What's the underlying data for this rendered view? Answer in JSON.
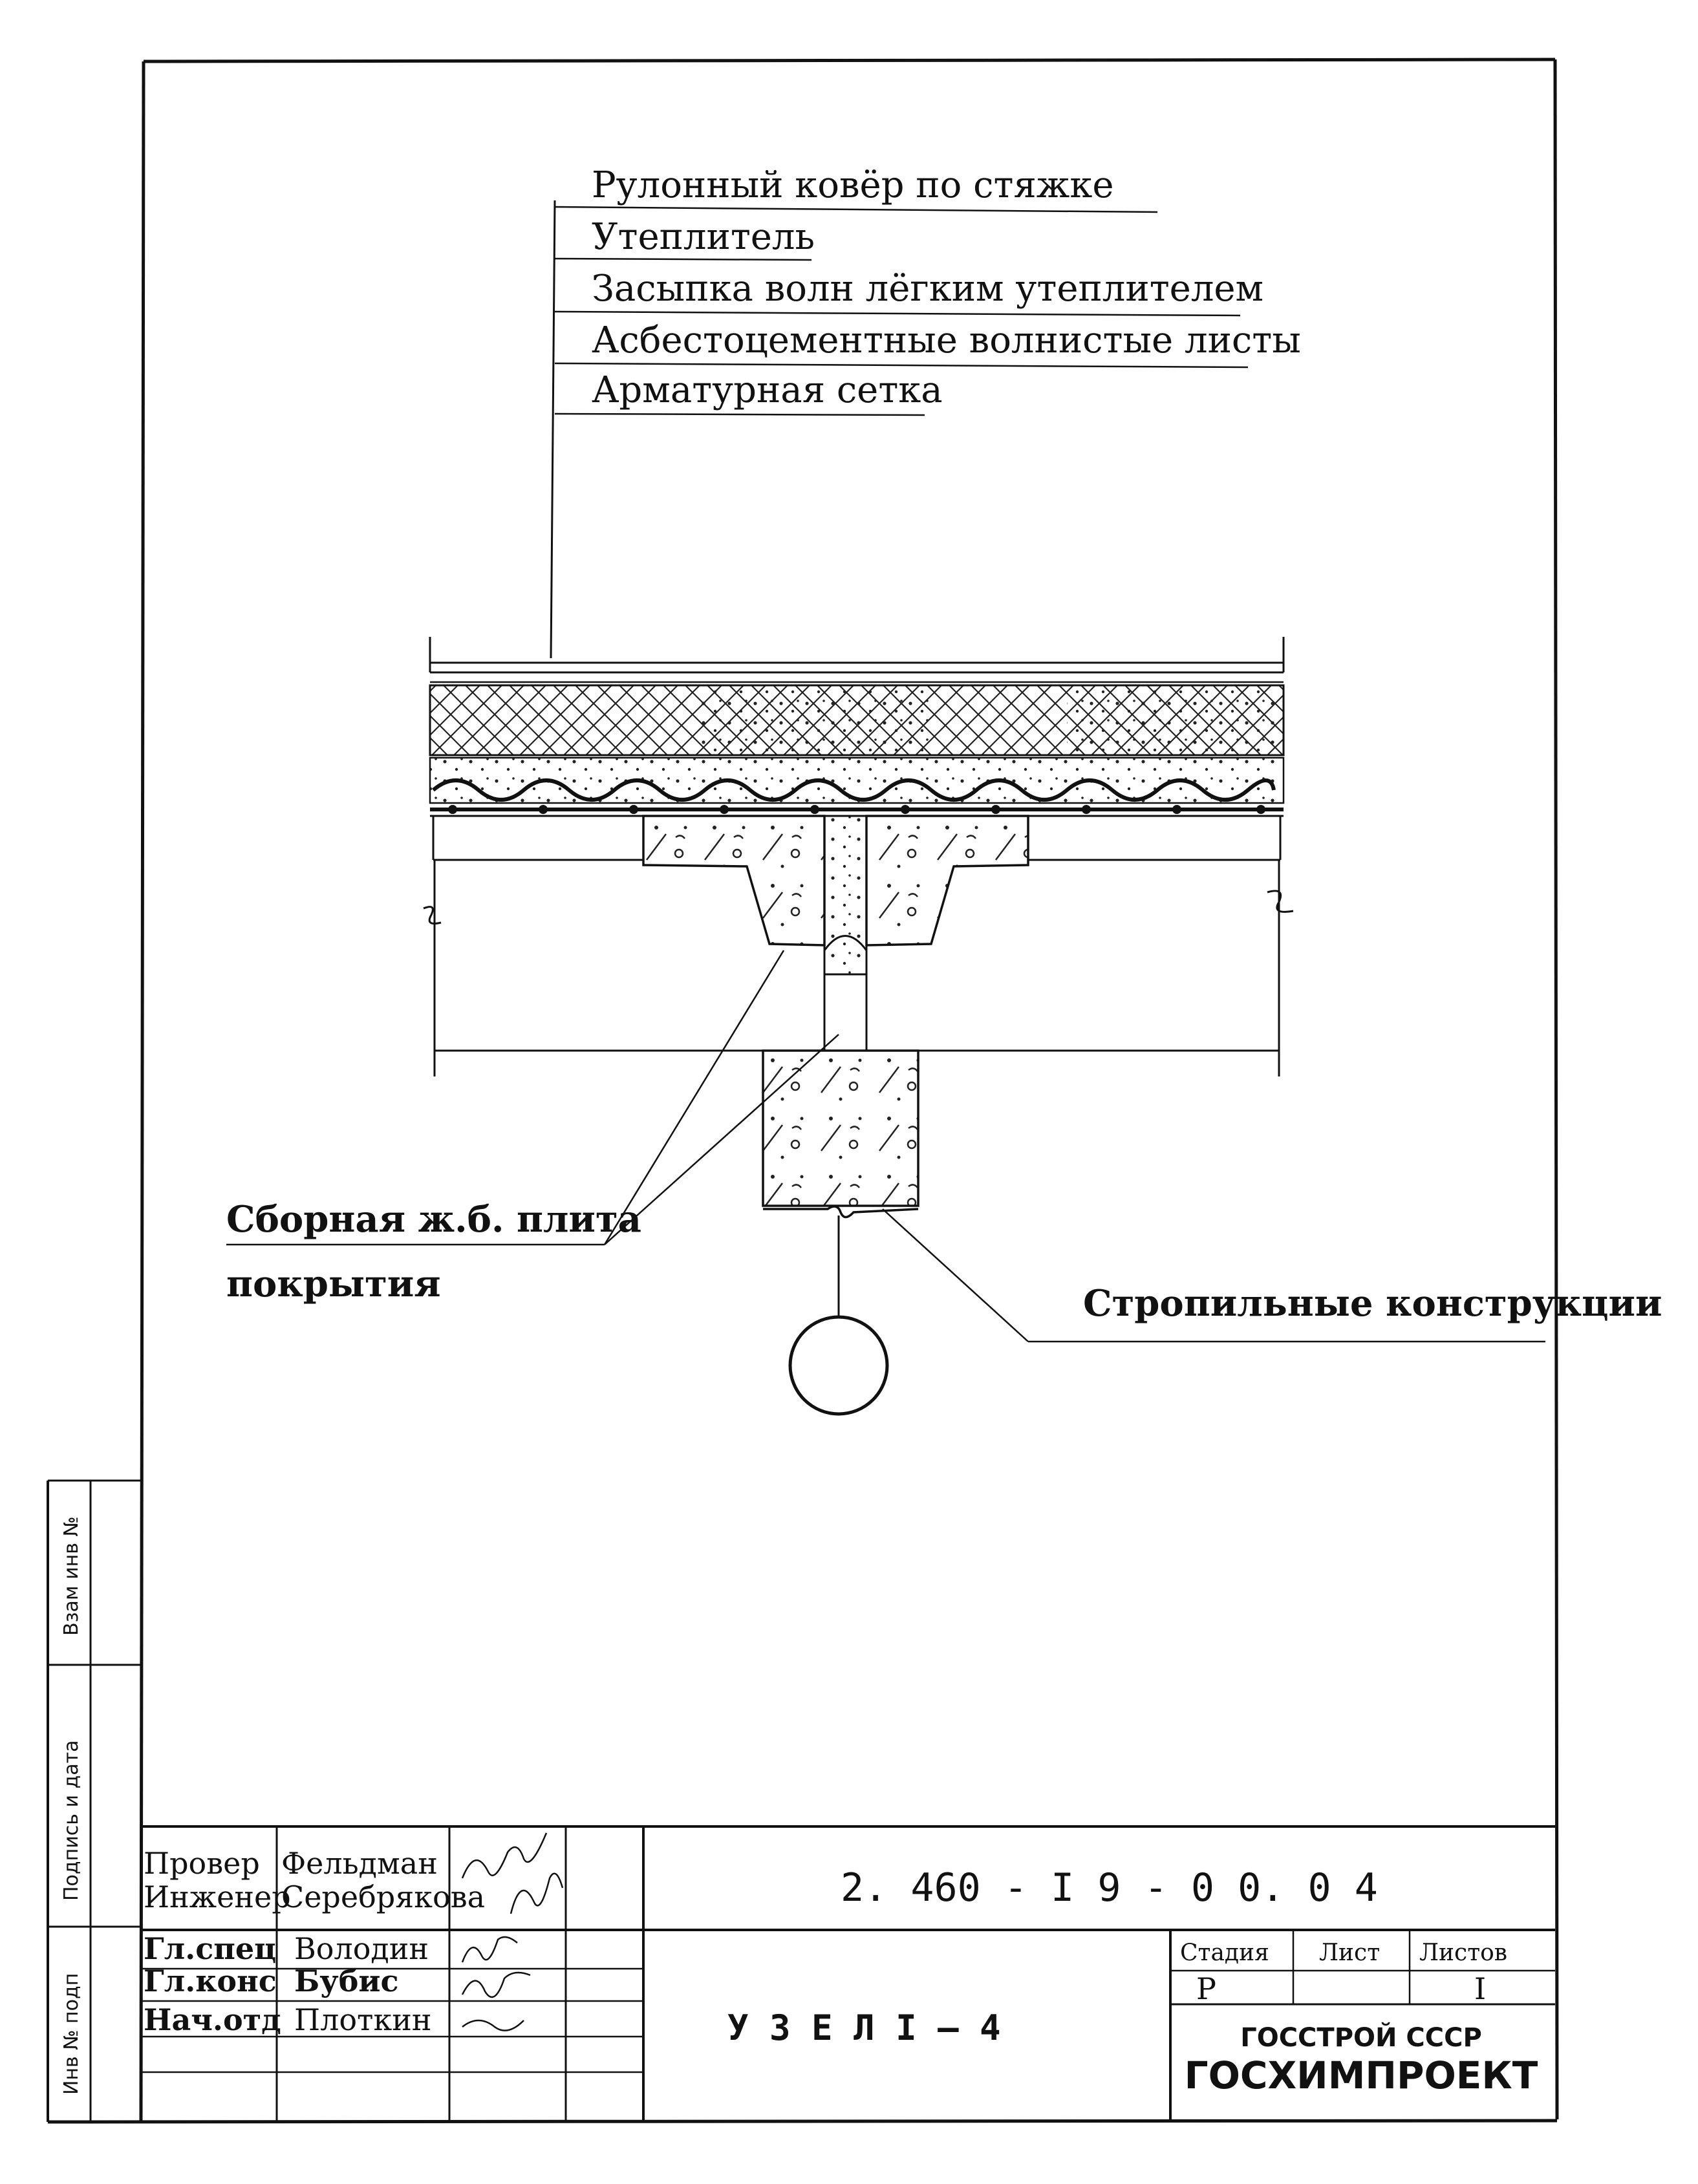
{
  "layers": [
    "Рулонный  ковёр  по  стяжке",
    "Утеплитель",
    "Засыпка волн лёгким  утеплителем",
    "Асбестоцементные волнистые листы",
    "Арматурная  сетка"
  ],
  "callouts": {
    "slab_line1": "Сборная ж.б. плита",
    "slab_line2": "покрытия",
    "rafter": "Стропильные конструкции"
  },
  "side_stamp": {
    "cell1": "Инв № подп",
    "cell2": "Подпись и дата",
    "cell3": "Взам инв №"
  },
  "title_block": {
    "doc_code": "2. 460 - I 9 - 0 0. 0 4",
    "drawing_title": "У З Е Л  I – 4",
    "roles": [
      {
        "role": "Провер",
        "name": "Фельдман"
      },
      {
        "role": "Инженер",
        "name": "Серебрякова"
      },
      {
        "role": "Гл.спец",
        "name": "Володин"
      },
      {
        "role": "Гл.конс",
        "name": "Бубис"
      },
      {
        "role": "Нач.отд",
        "name": "Плоткин"
      }
    ],
    "stage_header": "Стадия",
    "sheet_header": "Лист",
    "sheets_header": "Листов",
    "stage_value": "Р",
    "sheets_value": "I",
    "org_line1": "ГОССТРОЙ СССР",
    "org_line2": "ГОСХИМПРОЕКТ"
  }
}
